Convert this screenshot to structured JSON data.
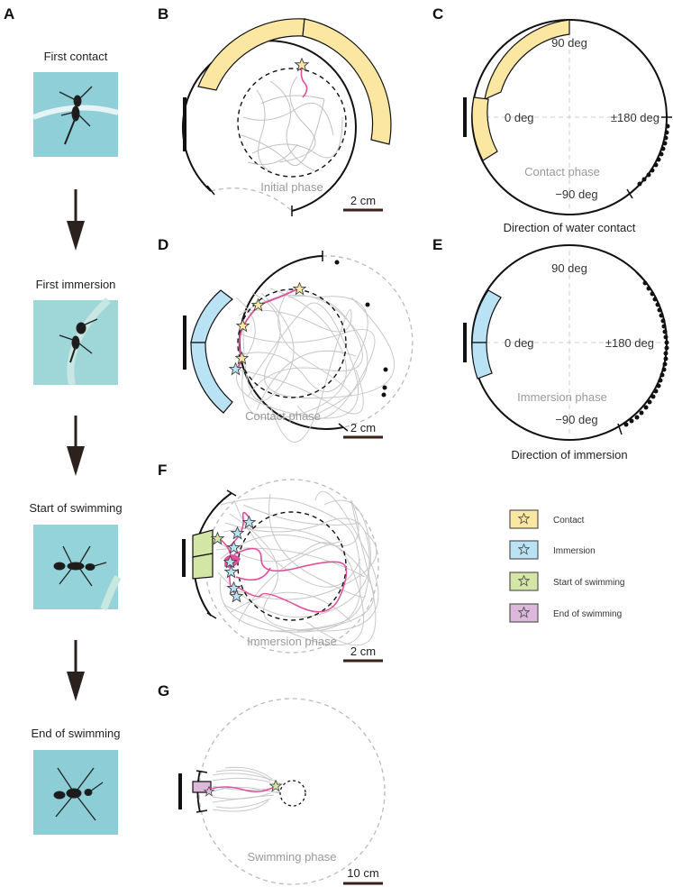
{
  "panels": {
    "A": "A",
    "B": "B",
    "C": "C",
    "D": "D",
    "E": "E",
    "F": "F",
    "G": "G"
  },
  "sequence": [
    {
      "label": "First contact",
      "color": "#8fd0d8"
    },
    {
      "label": "First immersion",
      "color": "#9fd6d8"
    },
    {
      "label": "Start of swimming",
      "color": "#94d3d9"
    },
    {
      "label": "End of swimming",
      "color": "#8ccdd6"
    }
  ],
  "phases": {
    "initial": "Initial phase",
    "contact": "Contact phase",
    "immersion": "Immersion phase",
    "swimming": "Swimming phase"
  },
  "scale_bars": {
    "B": "2 cm",
    "D": "2 cm",
    "F": "2 cm",
    "G": "10 cm"
  },
  "angles": {
    "deg90": "90 deg",
    "deg0": "0 deg",
    "deg180": "±180 deg",
    "degm90": "−90 deg"
  },
  "captions": {
    "C": "Direction of water contact",
    "E": "Direction of immersion"
  },
  "legend": [
    {
      "label": "Contact",
      "color": "#fbe7a1"
    },
    {
      "label": "Immersion",
      "color": "#b9e2f5"
    },
    {
      "label": "Start of swimming",
      "color": "#d4e6a6"
    },
    {
      "label": "End of swimming",
      "color": "#dcb9dc"
    }
  ],
  "colors": {
    "trajectory_highlight": "#e0509a",
    "trajectory_background": "#bdbdbd"
  }
}
